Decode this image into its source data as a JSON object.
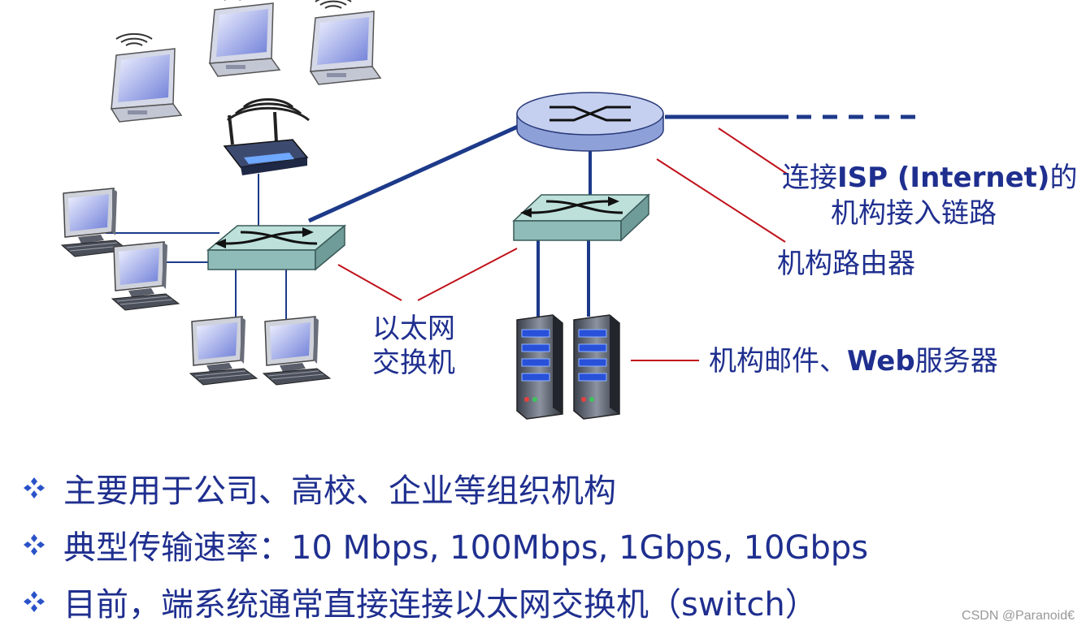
{
  "colors": {
    "text": "#1f2f8f",
    "link": "#1d3a8a",
    "callout": "#c0121b",
    "device": "#9fc9c5",
    "router": "#b9c6ec",
    "watermark": "#999999"
  },
  "labels": {
    "isp_link_line1_pre": "连接",
    "isp_link_line1_bold": "ISP (Internet)",
    "isp_link_line1_post": "的",
    "isp_link_line2": "机构接入链路",
    "router": "机构路由器",
    "switch_line1": "以太网",
    "switch_line2": "交换机",
    "servers_pre": "机构邮件、",
    "servers_bold": "Web",
    "servers_post": "服务器"
  },
  "bullets": [
    "主要用于公司、高校、企业等组织机构",
    "典型传输速率：10 Mbps, 100Mbps, 1Gbps, 10Gbps",
    "目前，端系统通常直接连接以太网交换机（switch）"
  ],
  "watermark": "CSDN @Paranoid€"
}
